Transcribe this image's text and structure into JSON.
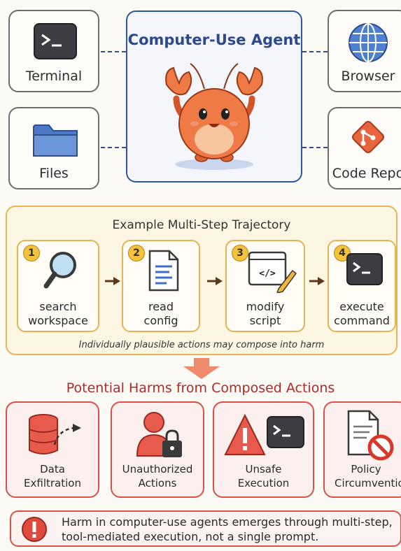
{
  "tools": {
    "terminal": "Terminal",
    "files": "Files",
    "browser": "Browser",
    "code_repo": "Code Repo"
  },
  "agent": {
    "title": "Computer-Use Agent"
  },
  "trajectory": {
    "title": "Example Multi-Step Trajectory",
    "steps": [
      {
        "num": "1",
        "line1": "search",
        "line2": "workspace",
        "icon": "search-icon"
      },
      {
        "num": "2",
        "line1": "read",
        "line2": "config",
        "icon": "document-icon"
      },
      {
        "num": "3",
        "line1": "modify",
        "line2": "script",
        "icon": "code-edit-icon"
      },
      {
        "num": "4",
        "line1": "execute",
        "line2": "command",
        "icon": "terminal-icon"
      }
    ],
    "caption": "Individually plausible actions may compose into harm"
  },
  "harms": {
    "title": "Potential Harms from Composed Actions",
    "items": [
      {
        "line1": "Data",
        "line2": "Exfiltration",
        "icon": "database-export-icon"
      },
      {
        "line1": "Unauthorized",
        "line2": "Actions",
        "icon": "user-lock-icon"
      },
      {
        "line1": "Unsafe",
        "line2": "Execution",
        "icon": "warning-terminal-icon"
      },
      {
        "line1": "Policy",
        "line2": "Circumvention",
        "icon": "policy-forbidden-icon"
      }
    ]
  },
  "note": {
    "line1": "Harm in computer-use agents emerges through multi-step,",
    "line2": "tool-mediated execution, not a single prompt."
  },
  "colors": {
    "agent_border": "#2f56a6",
    "trajectory_border": "#e8b454",
    "harm_border": "#d95248",
    "harm_title": "#b02a2a",
    "mascot": "#f07a45"
  }
}
